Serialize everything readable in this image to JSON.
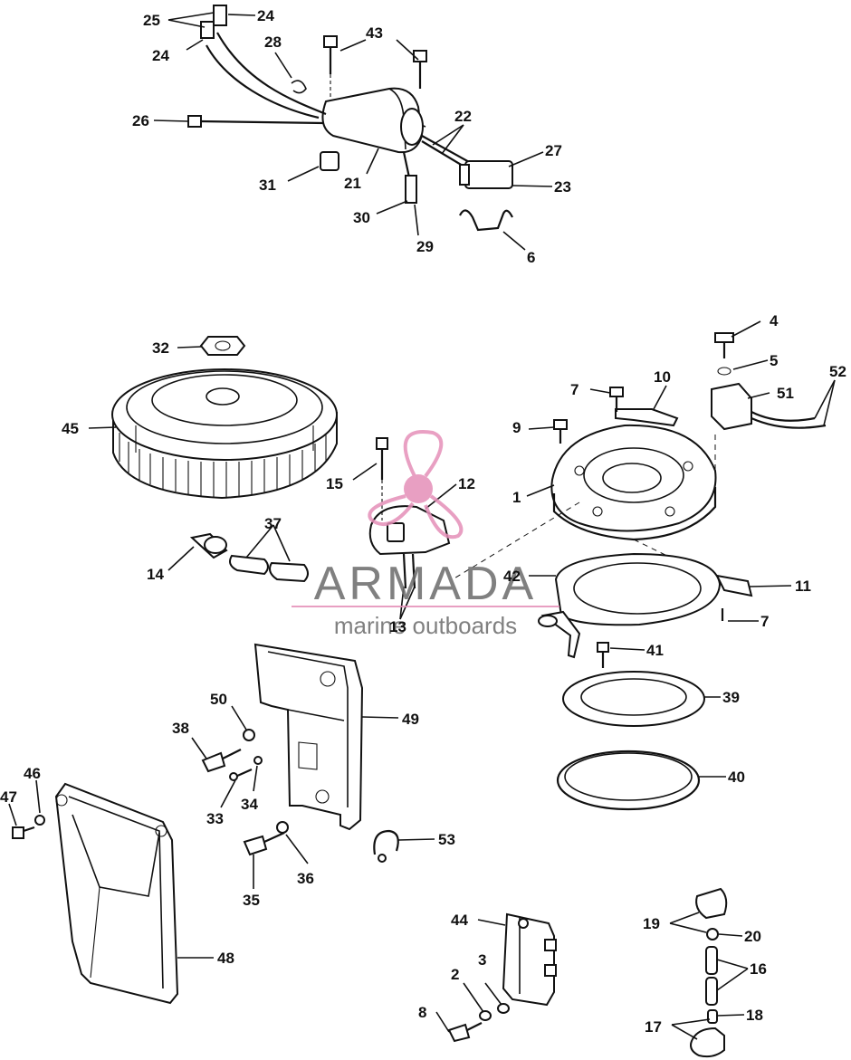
{
  "watermark": {
    "brand": "ARMADA",
    "tagline": "marine outboards",
    "accent_color": "#e58fb8",
    "text_color": "#6b6b6b"
  },
  "callouts": [
    {
      "id": "25",
      "text": "25"
    },
    {
      "id": "24a",
      "text": "24"
    },
    {
      "id": "24b",
      "text": "24"
    },
    {
      "id": "28",
      "text": "28"
    },
    {
      "id": "43",
      "text": "43"
    },
    {
      "id": "26",
      "text": "26"
    },
    {
      "id": "22",
      "text": "22"
    },
    {
      "id": "27",
      "text": "27"
    },
    {
      "id": "31",
      "text": "31"
    },
    {
      "id": "21",
      "text": "21"
    },
    {
      "id": "23",
      "text": "23"
    },
    {
      "id": "30",
      "text": "30"
    },
    {
      "id": "29",
      "text": "29"
    },
    {
      "id": "6",
      "text": "6"
    },
    {
      "id": "4",
      "text": "4"
    },
    {
      "id": "32",
      "text": "32"
    },
    {
      "id": "5",
      "text": "5"
    },
    {
      "id": "52",
      "text": "52"
    },
    {
      "id": "7a",
      "text": "7"
    },
    {
      "id": "10",
      "text": "10"
    },
    {
      "id": "51",
      "text": "51"
    },
    {
      "id": "9",
      "text": "9"
    },
    {
      "id": "45",
      "text": "45"
    },
    {
      "id": "15",
      "text": "15"
    },
    {
      "id": "12",
      "text": "12"
    },
    {
      "id": "1",
      "text": "1"
    },
    {
      "id": "37",
      "text": "37"
    },
    {
      "id": "14",
      "text": "14"
    },
    {
      "id": "42",
      "text": "42"
    },
    {
      "id": "11",
      "text": "11"
    },
    {
      "id": "13",
      "text": "13"
    },
    {
      "id": "7b",
      "text": "7"
    },
    {
      "id": "41",
      "text": "41"
    },
    {
      "id": "50",
      "text": "50"
    },
    {
      "id": "49",
      "text": "49"
    },
    {
      "id": "39",
      "text": "39"
    },
    {
      "id": "38",
      "text": "38"
    },
    {
      "id": "46",
      "text": "46"
    },
    {
      "id": "47",
      "text": "47"
    },
    {
      "id": "33",
      "text": "33"
    },
    {
      "id": "34",
      "text": "34"
    },
    {
      "id": "40",
      "text": "40"
    },
    {
      "id": "53",
      "text": "53"
    },
    {
      "id": "36",
      "text": "36"
    },
    {
      "id": "35",
      "text": "35"
    },
    {
      "id": "48",
      "text": "48"
    },
    {
      "id": "44",
      "text": "44"
    },
    {
      "id": "19",
      "text": "19"
    },
    {
      "id": "20",
      "text": "20"
    },
    {
      "id": "16",
      "text": "16"
    },
    {
      "id": "2",
      "text": "2"
    },
    {
      "id": "3",
      "text": "3"
    },
    {
      "id": "8",
      "text": "8"
    },
    {
      "id": "18",
      "text": "18"
    },
    {
      "id": "17",
      "text": "17"
    }
  ]
}
